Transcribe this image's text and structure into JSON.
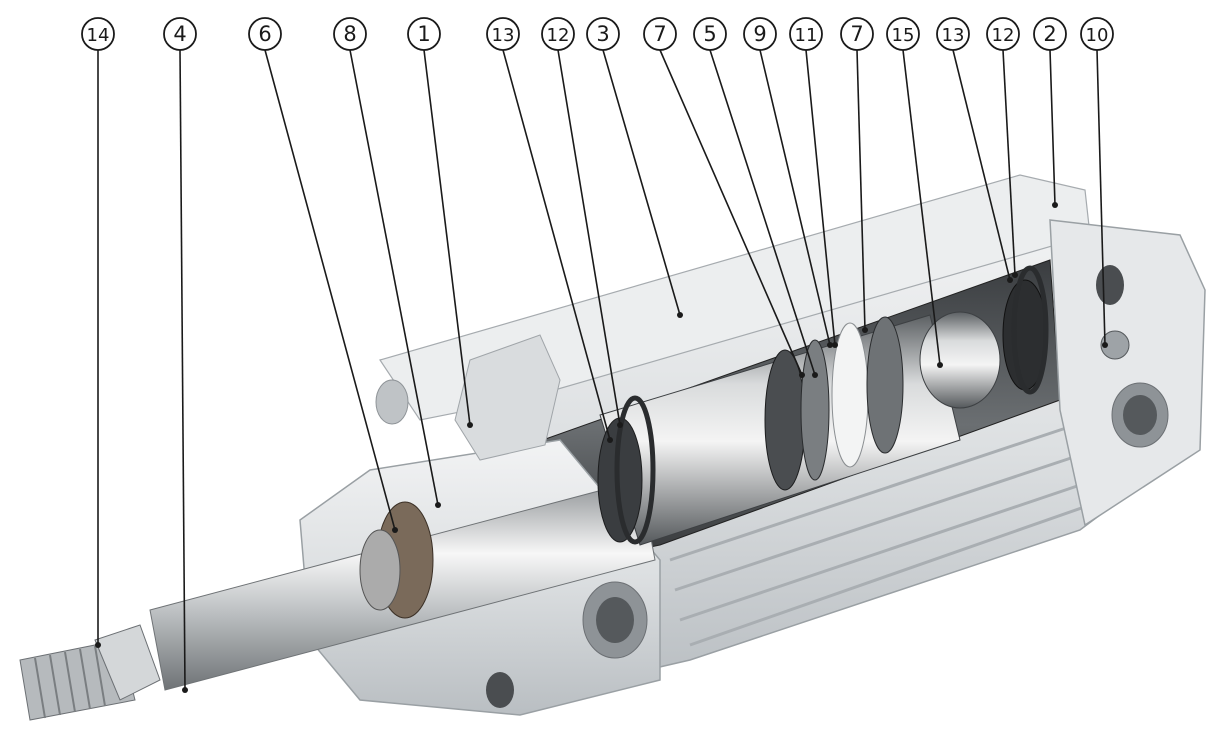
{
  "diagram": {
    "type": "cutaway-cylinder",
    "callout_labels": [
      "14",
      "4",
      "6",
      "8",
      "1",
      "13",
      "12",
      "3",
      "7",
      "5",
      "9",
      "11",
      "7",
      "15",
      "13",
      "12",
      "2",
      "10"
    ]
  },
  "colors": {
    "background": "#ffffff",
    "aluminium": "#dfe2e4",
    "aluminium_shadow": "#b6bbbf",
    "steel": "#c9ccce",
    "dark": "#262626",
    "leader": "#1a1a1a"
  }
}
